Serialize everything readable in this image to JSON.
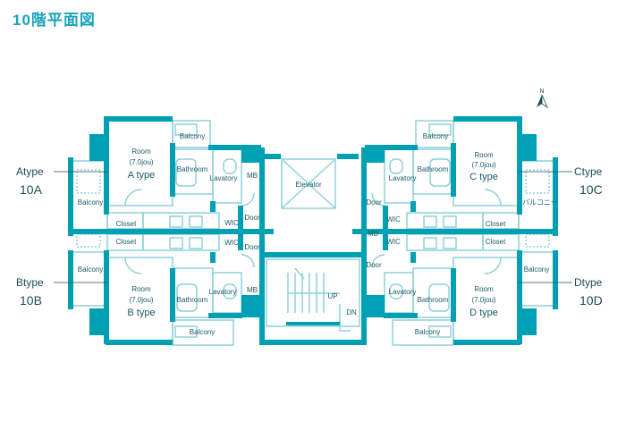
{
  "title": "10階平面図",
  "colors": {
    "wall": "#00a0b4",
    "line": "#8fd0da",
    "text": "#1a5a66"
  },
  "compass_icon": "north-arrow-icon",
  "compass_label": "N",
  "units": {
    "a": {
      "type": "Atype",
      "number": "10A",
      "room": "Room",
      "size": "(7.0jou)",
      "name": "A type"
    },
    "b": {
      "type": "Btype",
      "number": "10B",
      "room": "Room",
      "size": "(7.0jou)",
      "name": "B type"
    },
    "c": {
      "type": "Ctype",
      "number": "10C",
      "room": "Room",
      "size": "(7.0jou)",
      "name": "C type"
    },
    "d": {
      "type": "Dtype",
      "number": "10D",
      "room": "Room",
      "size": "(7.0jou)",
      "name": "D type"
    }
  },
  "rooms": {
    "balcony": "Balcony",
    "balcony_jp": "バルコニー",
    "bathroom": "Bathroom",
    "lavatory": "Lavatory",
    "closet": "Closet",
    "wic": "WIC",
    "door": "Door",
    "mb": "MB",
    "elevator": "Elevator",
    "up": "UP",
    "dn": "DN"
  }
}
